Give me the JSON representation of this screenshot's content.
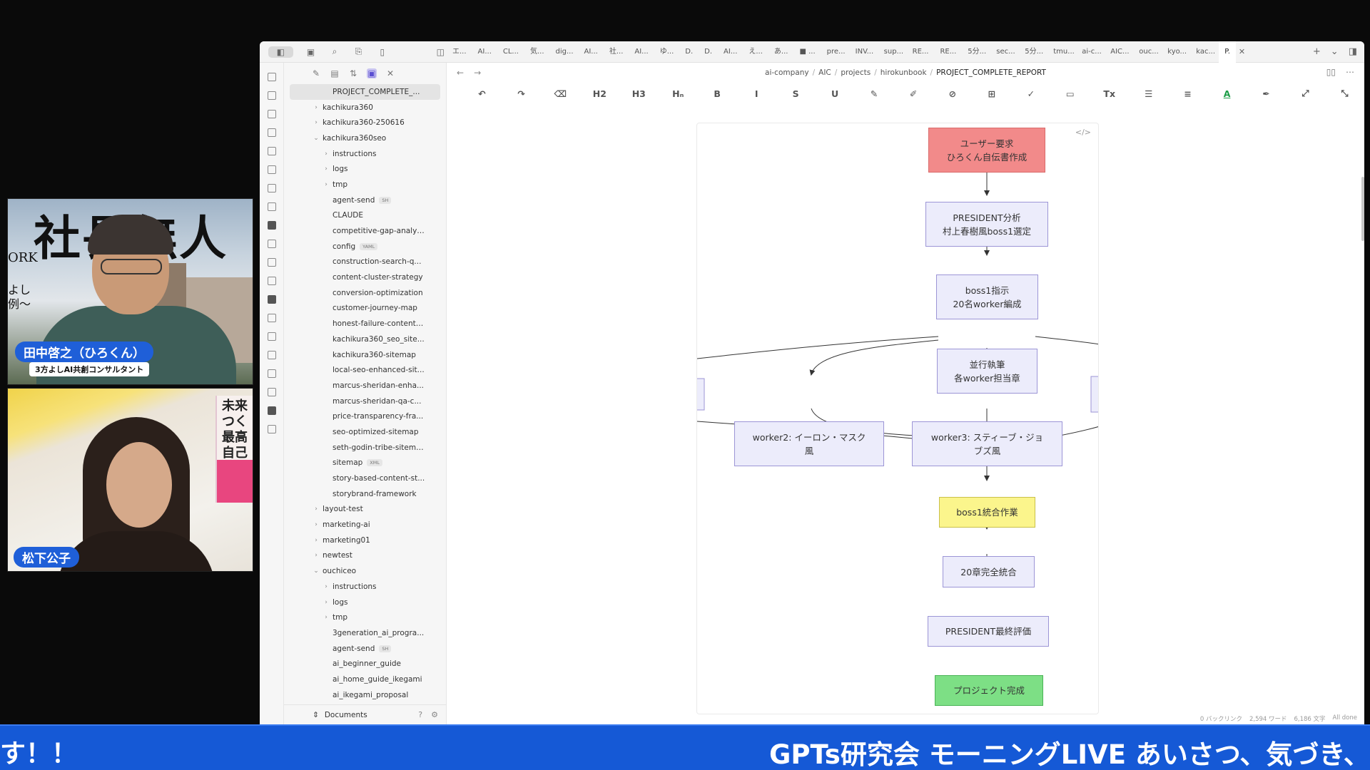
{
  "webcams": {
    "top": {
      "name": "田中啓之（ひろくん）",
      "title": "3方よしAI共創コンサルタント",
      "bg_text_main": "社長無人",
      "bg_text_small": "ORK",
      "bg_text_side": "よし\n例～"
    },
    "bottom": {
      "name": "松下公子",
      "book_text": "未来\nつく\n最高\n自己"
    }
  },
  "app": {
    "tabs": [
      "エ...",
      "AI...",
      "CL...",
      "気...",
      "dig...",
      "AI...",
      "社...",
      "AI...",
      "ゆ...",
      "D.",
      "D.",
      "AI...",
      "え...",
      "あ...",
      "■ ...",
      "pre...",
      "INV...",
      "sup...",
      "RE...",
      "RE...",
      "5分...",
      "sec...",
      "5分...",
      "tmu...",
      "ai-c...",
      "AIC...",
      "ouc...",
      "kyo...",
      "kac...",
      "P."
    ],
    "breadcrumb": [
      "ai-company",
      "AIC",
      "projects",
      "hirokunbook",
      "PROJECT_COMPLETE_REPORT"
    ],
    "explorer": {
      "items": [
        {
          "label": "PROJECT_COMPLETE_...",
          "level": "sel"
        },
        {
          "label": "kachikura360",
          "level": "l1",
          "chev": "›"
        },
        {
          "label": "kachikura360-250616",
          "level": "l1",
          "chev": "›"
        },
        {
          "label": "kachikura360seo",
          "level": "l1",
          "chev": "⌄"
        },
        {
          "label": "instructions",
          "level": "l2",
          "chev": "›"
        },
        {
          "label": "logs",
          "level": "l2",
          "chev": "›"
        },
        {
          "label": "tmp",
          "level": "l2",
          "chev": "›"
        },
        {
          "label": "agent-send",
          "level": "file",
          "badge": "SH"
        },
        {
          "label": "CLAUDE",
          "level": "file"
        },
        {
          "label": "competitive-gap-analysis",
          "level": "file"
        },
        {
          "label": "config",
          "level": "file",
          "badge": "YAML"
        },
        {
          "label": "construction-search-q...",
          "level": "file"
        },
        {
          "label": "content-cluster-strategy",
          "level": "file"
        },
        {
          "label": "conversion-optimization",
          "level": "file"
        },
        {
          "label": "customer-journey-map",
          "level": "file"
        },
        {
          "label": "honest-failure-content-...",
          "level": "file"
        },
        {
          "label": "kachikura360_seo_site...",
          "level": "file"
        },
        {
          "label": "kachikura360-sitemap",
          "level": "file"
        },
        {
          "label": "local-seo-enhanced-sit...",
          "level": "file"
        },
        {
          "label": "marcus-sheridan-enha...",
          "level": "file"
        },
        {
          "label": "marcus-sheridan-qa-c...",
          "level": "file"
        },
        {
          "label": "price-transparency-fra...",
          "level": "file"
        },
        {
          "label": "seo-optimized-sitemap",
          "level": "file"
        },
        {
          "label": "seth-godin-tribe-sitemap",
          "level": "file"
        },
        {
          "label": "sitemap",
          "level": "file",
          "badge": "XML"
        },
        {
          "label": "story-based-content-st...",
          "level": "file"
        },
        {
          "label": "storybrand-framework",
          "level": "file"
        },
        {
          "label": "layout-test",
          "level": "l1",
          "chev": "›"
        },
        {
          "label": "marketing-ai",
          "level": "l1",
          "chev": "›"
        },
        {
          "label": "marketing01",
          "level": "l1",
          "chev": "›"
        },
        {
          "label": "newtest",
          "level": "l1",
          "chev": "›"
        },
        {
          "label": "ouchiceo",
          "level": "l1",
          "chev": "⌄"
        },
        {
          "label": "instructions",
          "level": "l2",
          "chev": "›"
        },
        {
          "label": "logs",
          "level": "l2",
          "chev": "›"
        },
        {
          "label": "tmp",
          "level": "l2",
          "chev": "›"
        },
        {
          "label": "3generation_ai_progra...",
          "level": "file"
        },
        {
          "label": "agent-send",
          "level": "file",
          "badge": "SH"
        },
        {
          "label": "ai_beginner_guide",
          "level": "file"
        },
        {
          "label": "ai_home_guide_ikegami",
          "level": "file"
        },
        {
          "label": "ai_ikegami_proposal",
          "level": "file"
        }
      ],
      "footer_label": "Documents"
    },
    "toolbar": [
      "↶",
      "↷",
      "⌫",
      "H2",
      "H3",
      "Hₙ",
      "B",
      "I",
      "S",
      "U",
      "✎",
      "✐",
      "⊘",
      "⊞",
      "✓",
      "▭",
      "Tx",
      "☰",
      "≡",
      "A",
      "✒",
      "⤢",
      "⤡"
    ],
    "diagram": {
      "nodes": [
        {
          "id": "n1",
          "text": "ユーザー要求\nひろくん自伝書作成",
          "style": "red"
        },
        {
          "id": "n2",
          "text": "PRESIDENT分析\n村上春樹風boss1選定",
          "style": "purple"
        },
        {
          "id": "n3",
          "text": "boss1指示\n20名worker編成",
          "style": "purple"
        },
        {
          "id": "n4",
          "text": "並行執筆\n各worker担当章",
          "style": "purple"
        },
        {
          "id": "n5",
          "text": "worker2: イーロン・マスク\n風",
          "style": "purple"
        },
        {
          "id": "n6",
          "text": "worker3: スティーブ・ジョ\nブズ風",
          "style": "purple"
        },
        {
          "id": "n7",
          "text": "boss1統合作業",
          "style": "yellow"
        },
        {
          "id": "n8",
          "text": "20章完全統合",
          "style": "purple"
        },
        {
          "id": "n9",
          "text": "PRESIDENT最終評価",
          "style": "purple"
        },
        {
          "id": "n10",
          "text": "プロジェクト完成",
          "style": "green"
        }
      ]
    },
    "status": {
      "backlinks": "0 バックリンク",
      "words": "2,594 ワード",
      "chars": "6,186 文字",
      "sync": "All done"
    }
  },
  "ticker": {
    "left": "す！！",
    "right": "GPTs研究会 モーニングLIVE あいさつ、気づき、"
  },
  "colors": {
    "ticker_bg": "#1559d6",
    "node_default": "#ececfb",
    "node_red": "#f28a8a",
    "node_yellow": "#fbf58c",
    "node_green": "#7ddf85",
    "name_tag": "#1f5fd8"
  }
}
